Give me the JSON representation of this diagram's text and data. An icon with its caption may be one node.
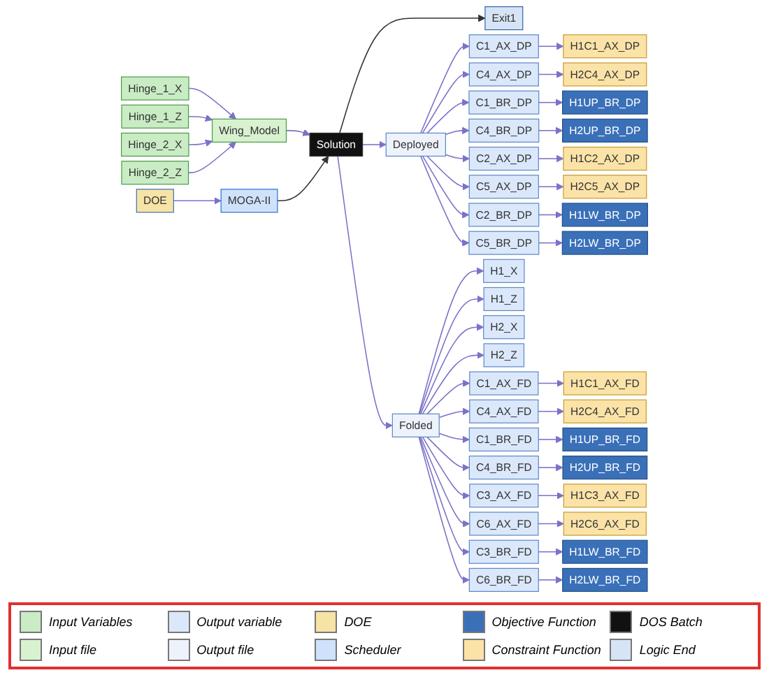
{
  "diagram": {
    "nodes": [
      {
        "text": [
          "Hinge_1_X"
        ]
      },
      {
        "text": [
          "Hinge_1_Z"
        ]
      },
      {
        "text": [
          "Hinge_2_X"
        ]
      },
      {
        "text": [
          "Hinge_2_Z"
        ]
      },
      {
        "text": [
          "Wing_Model"
        ]
      },
      {
        "text": [
          "DOE"
        ]
      },
      {
        "text": [
          "MOGA-II"
        ]
      },
      {
        "text": [
          "Solution"
        ]
      },
      {
        "text": [
          "Exit1"
        ]
      },
      {
        "text": [
          "H1_X"
        ]
      },
      {
        "text": [
          "H1_Z"
        ]
      },
      {
        "text": [
          "H2_X"
        ]
      },
      {
        "text": [
          "H2_Z"
        ]
      },
      {
        "text": [
          "Deployed"
        ]
      },
      {
        "text": [
          "Folded"
        ]
      },
      {
        "text": [
          "H1C1_AX_DP"
        ]
      },
      {
        "text": [
          "C1_AX_DP"
        ]
      },
      {
        "text": [
          "C4_AX_DP"
        ]
      },
      {
        "text": [
          "H2C4_AX_DP"
        ]
      },
      {
        "text": [
          "H1UP_BR_DP"
        ]
      },
      {
        "text": [
          "C1_BR_DP"
        ]
      },
      {
        "text": [
          "C4_BR_DP"
        ]
      },
      {
        "text": [
          "H2UP_BR_DP"
        ]
      },
      {
        "text": [
          "H1C2_AX_DP"
        ]
      },
      {
        "text": [
          "C2_AX_DP"
        ]
      },
      {
        "text": [
          "C5_AX_DP"
        ]
      },
      {
        "text": [
          "H2C5_AX_DP"
        ]
      },
      {
        "text": [
          "H1LW_BR_DP"
        ]
      },
      {
        "text": [
          "C2_BR_DP"
        ]
      },
      {
        "text": [
          "C5_BR_DP"
        ]
      },
      {
        "text": [
          "H2LW_BR_DP"
        ]
      },
      {
        "text": [
          "H1C1_AX_FD"
        ]
      },
      {
        "text": [
          "C1_AX_FD"
        ]
      },
      {
        "text": [
          "C4_AX_FD"
        ]
      },
      {
        "text": [
          "H2C4_AX_FD"
        ]
      },
      {
        "text": [
          "H1UP_BR_FD"
        ]
      },
      {
        "text": [
          "C1_BR_FD"
        ]
      },
      {
        "text": [
          "C4_BR_FD"
        ]
      },
      {
        "text": [
          "H2UP_BR_FD"
        ]
      },
      {
        "text": [
          "H1C3_AX_FD"
        ]
      },
      {
        "text": [
          "C3_AX_FD"
        ]
      },
      {
        "text": [
          "C6_AX_FD"
        ]
      },
      {
        "text": [
          "H2C6_AX_FD"
        ]
      },
      {
        "text": [
          "H1LW_BR_FD"
        ]
      },
      {
        "text": [
          "C3_BR_FD"
        ]
      },
      {
        "text": [
          "C6_BR_FD"
        ]
      },
      {
        "text": [
          "H2LW_BR_FD"
        ]
      }
    ],
    "edges": [
      {
        "from": 0,
        "to": 4,
        "arrow": "to"
      },
      {
        "from": 1,
        "to": 4,
        "arrow": "to"
      },
      {
        "from": 2,
        "to": 4,
        "arrow": "to"
      },
      {
        "from": 3,
        "to": 4,
        "arrow": "to"
      },
      {
        "from": 4,
        "to": 7,
        "arrow": "to"
      },
      {
        "from": 5,
        "to": 6,
        "arrow": "to"
      },
      {
        "from": 6,
        "to": 7,
        "arrow": "to",
        "color": "#333333"
      },
      {
        "from": 7,
        "to": 8,
        "arrow": "to",
        "color": "#333333"
      },
      {
        "from": 7,
        "to": 13,
        "arrow": "to"
      },
      {
        "from": 7,
        "to": 14,
        "arrow": "to"
      },
      {
        "from": 14,
        "to": 9,
        "arrow": "to"
      },
      {
        "from": 14,
        "to": 10,
        "arrow": "to"
      },
      {
        "from": 14,
        "to": 11,
        "arrow": "to"
      },
      {
        "from": 14,
        "to": 12,
        "arrow": "to"
      },
      {
        "from": 13,
        "to": 16,
        "arrow": "to"
      },
      {
        "from": 16,
        "to": 15,
        "arrow": "to"
      },
      {
        "from": 13,
        "to": 17,
        "arrow": "to"
      },
      {
        "from": 17,
        "to": 18,
        "arrow": "to"
      },
      {
        "from": 13,
        "to": 20,
        "arrow": "to"
      },
      {
        "from": 20,
        "to": 19,
        "arrow": "to"
      },
      {
        "from": 13,
        "to": 21,
        "arrow": "to"
      },
      {
        "from": 21,
        "to": 22,
        "arrow": "to"
      },
      {
        "from": 13,
        "to": 24,
        "arrow": "to"
      },
      {
        "from": 24,
        "to": 23,
        "arrow": "to"
      },
      {
        "from": 13,
        "to": 25,
        "arrow": "to"
      },
      {
        "from": 25,
        "to": 26,
        "arrow": "to"
      },
      {
        "from": 13,
        "to": 28,
        "arrow": "to"
      },
      {
        "from": 28,
        "to": 27,
        "arrow": "to"
      },
      {
        "from": 13,
        "to": 29,
        "arrow": "to"
      },
      {
        "from": 29,
        "to": 30,
        "arrow": "to"
      },
      {
        "from": 14,
        "to": 32,
        "arrow": "to"
      },
      {
        "from": 32,
        "to": 31,
        "arrow": "to"
      },
      {
        "from": 14,
        "to": 33,
        "arrow": "to"
      },
      {
        "from": 33,
        "to": 34,
        "arrow": "to"
      },
      {
        "from": 14,
        "to": 36,
        "arrow": "to"
      },
      {
        "from": 36,
        "to": 35,
        "arrow": "to"
      },
      {
        "from": 14,
        "to": 37,
        "arrow": "to"
      },
      {
        "from": 37,
        "to": 38,
        "arrow": "to"
      },
      {
        "from": 14,
        "to": 40,
        "arrow": "to"
      },
      {
        "from": 40,
        "to": 39,
        "arrow": "to"
      },
      {
        "from": 14,
        "to": 41,
        "arrow": "to"
      },
      {
        "from": 41,
        "to": 42,
        "arrow": "to"
      },
      {
        "from": 14,
        "to": 44,
        "arrow": "to"
      },
      {
        "from": 44,
        "to": 43,
        "arrow": "to"
      },
      {
        "from": 14,
        "to": 45,
        "arrow": "to"
      },
      {
        "from": 45,
        "to": 46,
        "arrow": "to"
      }
    ],
    "legend": [
      {
        "text": "Input Variables"
      },
      {
        "text": "Output variable"
      },
      {
        "text": "DOE"
      },
      {
        "text": "Objective Function"
      },
      {
        "text": "DOS Batch"
      },
      {
        "text": "Input file"
      },
      {
        "text": "Output file"
      },
      {
        "text": "Scheduler"
      },
      {
        "text": "Constraint Function"
      },
      {
        "text": "Logic End"
      }
    ]
  }
}
